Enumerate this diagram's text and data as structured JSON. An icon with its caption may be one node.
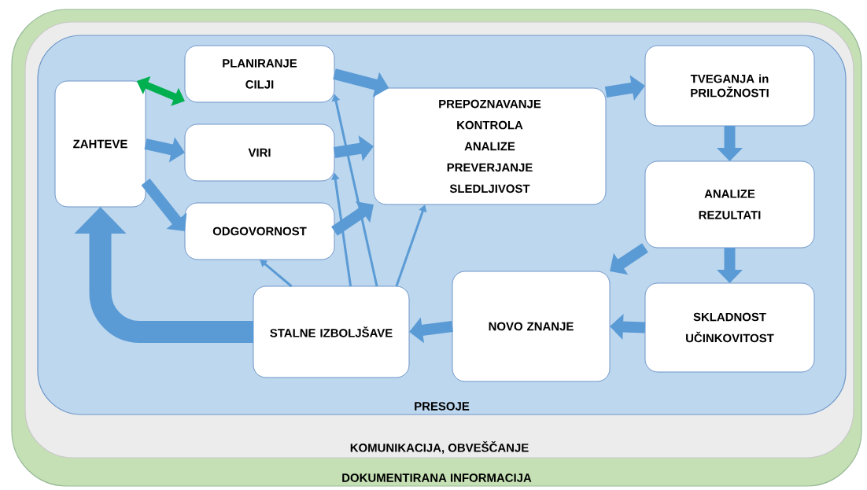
{
  "diagram": {
    "nodes": [
      {
        "text": [
          "DOKUMENTIRANA INFORMACIJA"
        ]
      },
      {
        "text": [
          "KOMUNIKACIJA, OBVEŠČANJE"
        ],
        "in": 0
      },
      {
        "text": [
          "PRESOJE"
        ],
        "in": 1
      },
      {
        "text": [
          "ZAHTEVE"
        ],
        "in": 2
      },
      {
        "text": [
          "PLANIRANJE",
          "CILJI"
        ],
        "in": 2
      },
      {
        "text": [
          "VIRI"
        ],
        "in": 2
      },
      {
        "text": [
          "ODGOVORNOST"
        ],
        "in": 2
      },
      {
        "text": [
          "PREPOZNAVANJE",
          "KONTROLA",
          "ANALIZE",
          "PREVERJANJE",
          "SLEDLJIVOST"
        ],
        "in": 2
      },
      {
        "text": [
          "TVEGANJA in PRILOŽNOSTI"
        ],
        "in": 2
      },
      {
        "text": [
          "ANALIZE",
          "REZULTATI"
        ],
        "in": 2
      },
      {
        "text": [
          "SKLADNOST",
          "UČINKOVITOST"
        ],
        "in": 2
      },
      {
        "text": [
          "NOVO ZNANJE"
        ],
        "in": 2
      },
      {
        "text": [
          "STALNE IZBOLJŠAVE"
        ],
        "in": 2
      }
    ],
    "edges": [
      {
        "from": 3,
        "to": 4,
        "arrow": "both",
        "color": "#00b050"
      },
      {
        "from": 3,
        "to": 5,
        "arrow": "to"
      },
      {
        "from": 3,
        "to": 6,
        "arrow": "to"
      },
      {
        "from": 4,
        "to": 7,
        "arrow": "to"
      },
      {
        "from": 5,
        "to": 7,
        "arrow": "to"
      },
      {
        "from": 6,
        "to": 7,
        "arrow": "to"
      },
      {
        "from": 7,
        "to": 8,
        "arrow": "to"
      },
      {
        "from": 8,
        "to": 9,
        "arrow": "to"
      },
      {
        "from": 9,
        "to": 10,
        "arrow": "to"
      },
      {
        "from": 9,
        "to": 11,
        "arrow": "to"
      },
      {
        "from": 10,
        "to": 11,
        "arrow": "to"
      },
      {
        "from": 11,
        "to": 12,
        "arrow": "to"
      },
      {
        "from": 12,
        "to": 3,
        "arrow": "to",
        "style": "thick"
      },
      {
        "from": 12,
        "to": 6,
        "arrow": "to"
      },
      {
        "from": 12,
        "to": 5,
        "arrow": "to"
      },
      {
        "from": 12,
        "to": 4,
        "arrow": "to"
      },
      {
        "from": 12,
        "to": 7,
        "arrow": "to"
      }
    ]
  }
}
